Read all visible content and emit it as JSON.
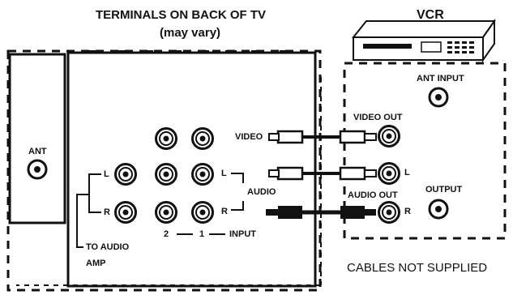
{
  "title": {
    "line1": "TERMINALS ON BACK OF TV",
    "line2": "(may vary)"
  },
  "vcr": {
    "title": "VCR",
    "ant_input": "ANT INPUT",
    "video_out": "VIDEO OUT",
    "audio_out": "AUDIO OUT",
    "l": "L",
    "r": "R",
    "output": "OUTPUT"
  },
  "tv": {
    "ant": "ANT",
    "l": "L",
    "r": "R",
    "video": "VIDEO",
    "audio": "AUDIO",
    "audio_l": "L",
    "audio_r": "R",
    "input_2": "2",
    "input_1": "1",
    "input": "INPUT",
    "to_audio": "TO AUDIO",
    "amp": "AMP"
  },
  "note": "CABLES NOT SUPPLIED",
  "colors": {
    "ink": "#111111",
    "background": "#ffffff"
  },
  "icons": [
    "coaxial-jack-icon",
    "rca-jack-icon",
    "rca-plug-icon",
    "vcr-device-icon"
  ]
}
